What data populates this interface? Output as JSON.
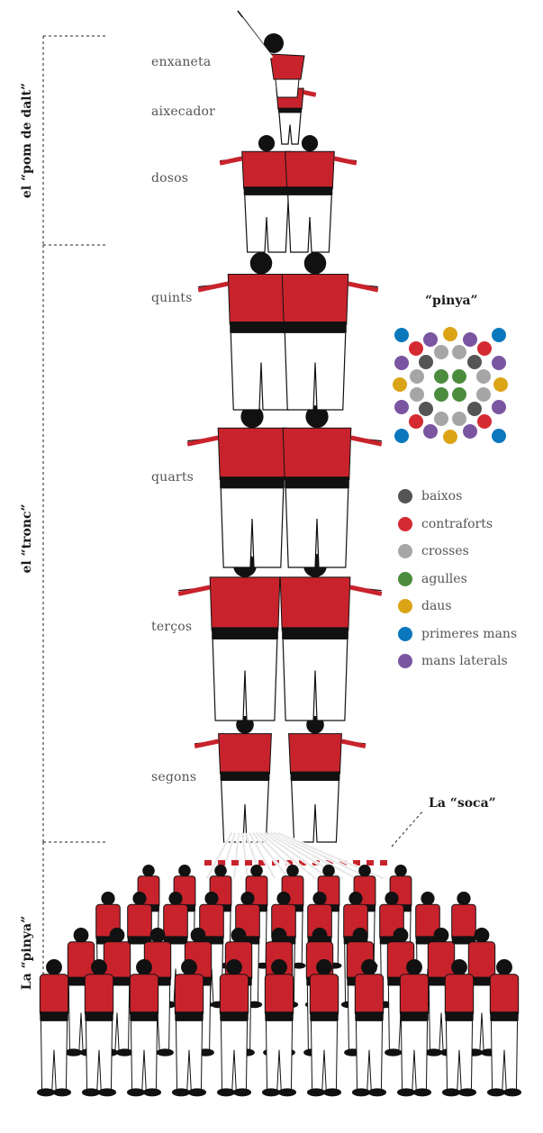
{
  "levels": {
    "enxaneta": "enxaneta",
    "aixecador": "aixecador",
    "dosos": "dosos",
    "quints": "quints",
    "quarts": "quarts",
    "tercos": "terços",
    "segons": "segons"
  },
  "sections": {
    "pom_de_dalt": "el “pom de dalt”",
    "tronc": "el “tronc”",
    "pinya": "La “pinya”"
  },
  "soca_label": "La “soca”",
  "pinya_diagram": {
    "title": "“pinya”"
  },
  "legend": [
    {
      "key": "baixos",
      "label": "baixos",
      "color": "#555555"
    },
    {
      "key": "contraforts",
      "label": "contraforts",
      "color": "#d42a32"
    },
    {
      "key": "crosses",
      "label": "crosses",
      "color": "#a6a6a6"
    },
    {
      "key": "agulles",
      "label": "agulles",
      "color": "#4c8c3e"
    },
    {
      "key": "daus",
      "label": "daus",
      "color": "#dba417"
    },
    {
      "key": "primeres_mans",
      "label": "primeres mans",
      "color": "#0b78bd"
    },
    {
      "key": "mans_laterals",
      "label": "mans laterals",
      "color": "#7a55a0"
    }
  ],
  "pinya_grid_rows": [
    [
      "primeres_mans",
      "",
      "mans_laterals",
      "daus",
      "mans_laterals",
      "",
      "primeres_mans"
    ],
    [
      "",
      "contraforts",
      "",
      "",
      "",
      "contraforts",
      ""
    ],
    [
      "mans_laterals",
      "baixos",
      "crosses",
      "",
      "crosses",
      "baixos",
      "mans_laterals"
    ],
    [
      "crosses",
      "",
      "agulles",
      "agulles",
      "",
      "crosses",
      ""
    ],
    [
      "daus",
      "crosses",
      "agulles",
      "agulles",
      "crosses",
      "daus",
      ""
    ],
    [
      "mans_laterals",
      "baixos",
      "crosses",
      "",
      "crosses",
      "baixos",
      "mans_laterals"
    ],
    [
      "",
      "contraforts",
      "",
      "",
      "",
      "contraforts",
      ""
    ],
    [
      "primeres_mans",
      "",
      "mans_laterals",
      "daus",
      "mans_laterals",
      "",
      "primeres_mans"
    ]
  ]
}
